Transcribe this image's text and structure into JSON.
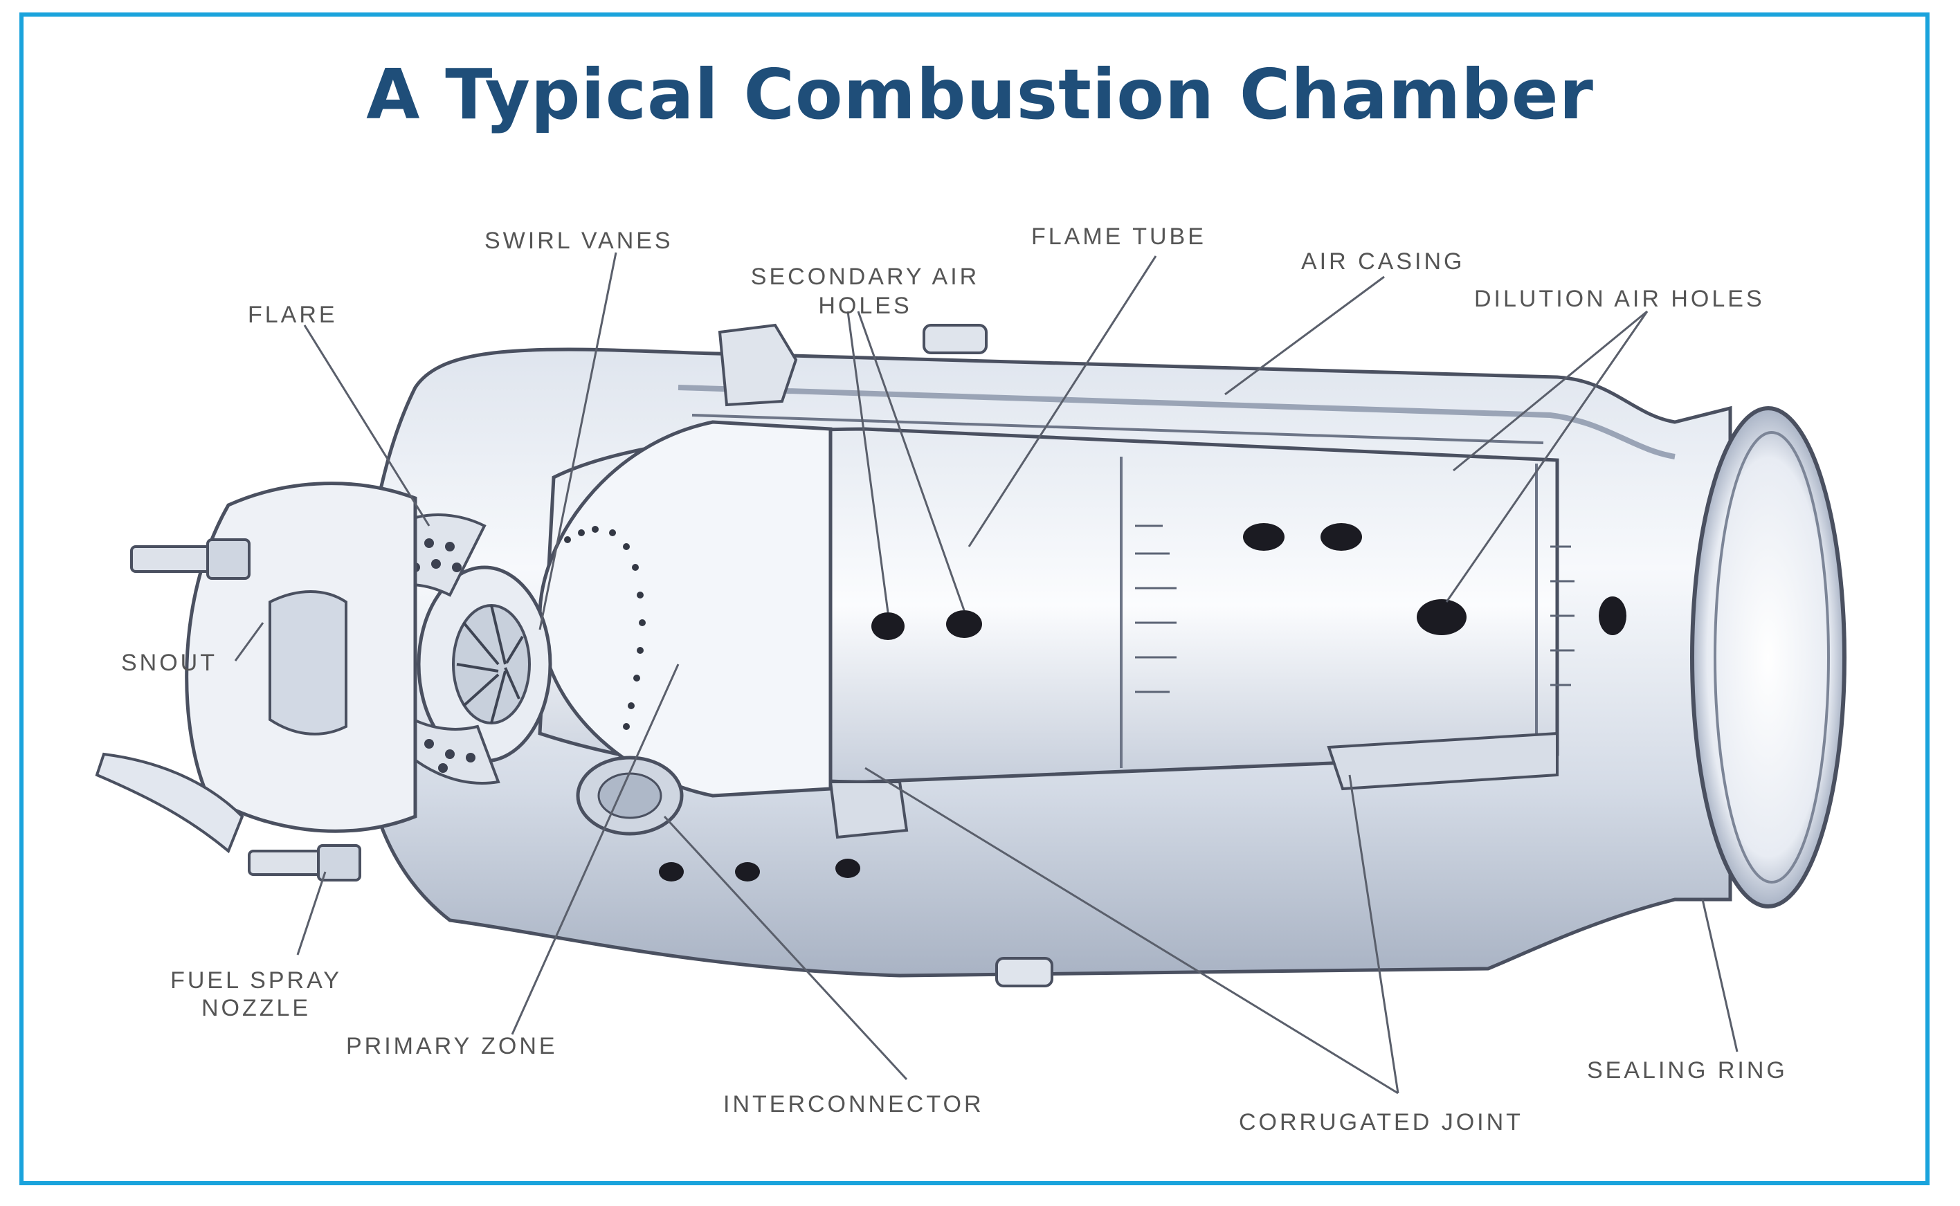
{
  "title": "A Typical Combustion Chamber",
  "labels": {
    "swirl_vanes": "SWIRL VANES",
    "flare": "FLARE",
    "secondary_air_holes_1": "SECONDARY AIR",
    "secondary_air_holes_2": "HOLES",
    "flame_tube": "FLAME TUBE",
    "air_casing": "AIR CASING",
    "dilution_air_holes": "DILUTION AIR HOLES",
    "snout": "SNOUT",
    "fuel_spray_nozzle_1": "FUEL SPRAY",
    "fuel_spray_nozzle_2": "NOZZLE",
    "primary_zone": "PRIMARY ZONE",
    "interconnector": "INTERCONNECTOR",
    "corrugated_joint": "CORRUGATED JOINT",
    "sealing_ring": "SEALING RING"
  },
  "colors": {
    "frame_border": "#1aa3dc",
    "title": "#1f4e79",
    "label": "#555555",
    "metal_light": "#eef1f6",
    "metal_shade": "#b9c2d2",
    "outline": "#4a5060",
    "hole": "#1b1b22"
  }
}
